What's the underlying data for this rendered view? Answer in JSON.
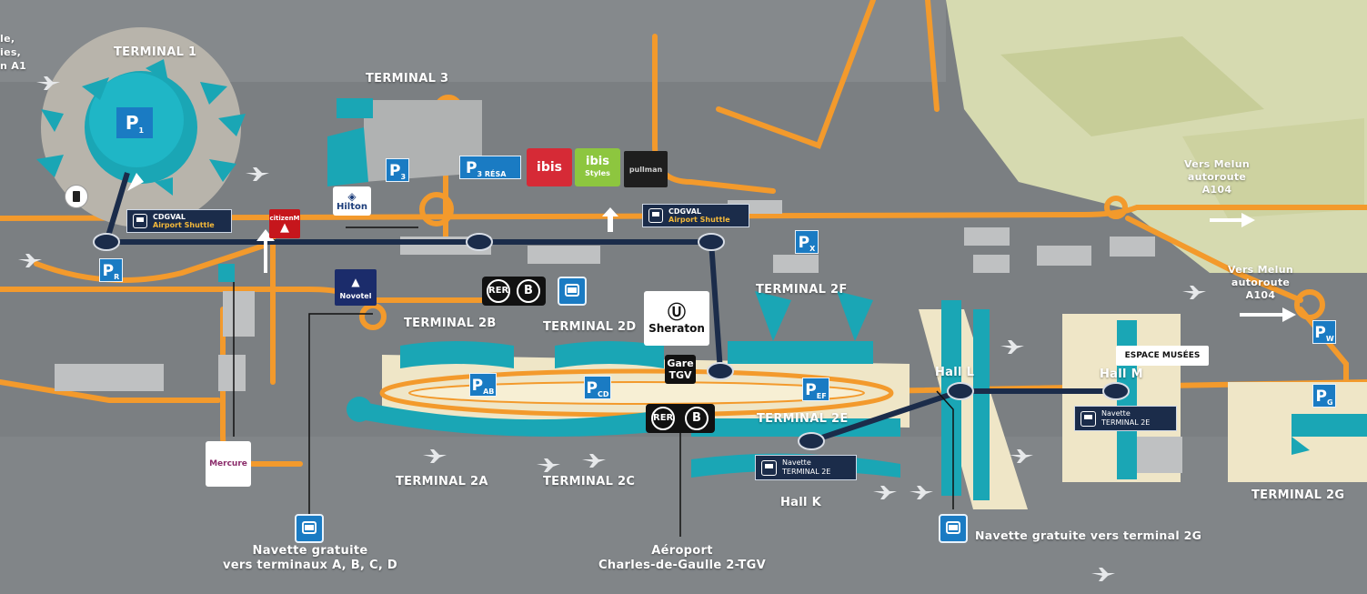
{
  "colors": {
    "background": "#7b7f82",
    "road": "#f39a2c",
    "terminal": "#1aa6b5",
    "shuttle_line": "#1b2c4a",
    "parking": "#1a7bc3",
    "field": "#d6dab0"
  },
  "terminals": {
    "t1": "TERMINAL 1",
    "t3": "TERMINAL 3",
    "t2b": "TERMINAL 2B",
    "t2d": "TERMINAL 2D",
    "t2f": "TERMINAL 2F",
    "t2a": "TERMINAL 2A",
    "t2c": "TERMINAL 2C",
    "t2e": "TERMINAL 2E",
    "t2g": "TERMINAL 2G"
  },
  "halls": {
    "l": "Hall L",
    "m": "Hall M",
    "k": "Hall K"
  },
  "left_edge_text": [
    "le,",
    "ies,",
    "n A1"
  ],
  "parking": {
    "p1": {
      "letter": "P",
      "sub": "1"
    },
    "p3": {
      "letter": "P",
      "sub": "3"
    },
    "p3resa": {
      "letter": "P",
      "sub": "3 RÉSA"
    },
    "pr": {
      "letter": "P",
      "sub": "R"
    },
    "px": {
      "letter": "P",
      "sub": "X"
    },
    "pab": {
      "letter": "P",
      "sub": "AB"
    },
    "pcd": {
      "letter": "P",
      "sub": "CD"
    },
    "pef": {
      "letter": "P",
      "sub": "EF"
    },
    "pw": {
      "letter": "P",
      "sub": "W"
    },
    "pg": {
      "letter": "P",
      "sub": "G"
    }
  },
  "cdgval": [
    {
      "line1": "CDGVAL",
      "line2": "Airport Shuttle"
    },
    {
      "line1": "CDGVAL",
      "line2": "Airport Shuttle"
    }
  ],
  "navettes": [
    {
      "line1": "Navette",
      "line2": "TERMINAL 2E"
    },
    {
      "line1": "Navette",
      "line2": "TERMINAL 2E"
    }
  ],
  "hotels": {
    "hilton": "Hilton",
    "ibis": "ibis",
    "ibis_styles": "ibis",
    "ibis_styles_sub": "Styles",
    "pullman": "pullman",
    "citizen": "citizenM",
    "novotel": "Novotel",
    "sheraton": "Sheraton",
    "mercure": "Mercure"
  },
  "rer": {
    "rer1": "RER",
    "b1": "B",
    "rer2": "RER",
    "b2": "B"
  },
  "gare": {
    "line1": "Gare",
    "line2": "TGV"
  },
  "espace_musees": "ESPACE MUSÉES",
  "directions": [
    {
      "l1": "Vers Melun",
      "l2": "autoroute",
      "l3": "A104"
    },
    {
      "l1": "Vers Melun",
      "l2": "autoroute",
      "l3": "A104"
    }
  ],
  "bottom": {
    "navette_abcd_1": "Navette gratuite",
    "navette_abcd_2": "vers terminaux A, B, C, D",
    "aeroport_1": "Aéroport",
    "aeroport_2": "Charles-de-Gaulle 2-TGV",
    "navette_2g": "Navette gratuite vers terminal 2G"
  },
  "icons": [
    "fuel-icon",
    "bus-icon",
    "shuttle-icon",
    "airplane-icon",
    "arrow-icon"
  ]
}
